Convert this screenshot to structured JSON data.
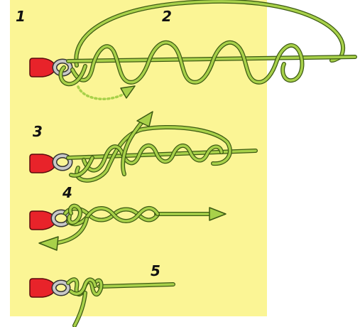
{
  "colors": {
    "panel_background": "#FBF595",
    "line_fill": "#A8D14A",
    "line_outline": "#3C5A12",
    "lure_body": "#E8232A",
    "lure_outline": "#5A0A0C",
    "eye_fill": "#C8C8C8",
    "eye_outline": "#333333",
    "step_label": "#111111"
  },
  "steps": [
    {
      "label": "1"
    },
    {
      "label": "2"
    },
    {
      "label": "3"
    },
    {
      "label": "4"
    },
    {
      "label": "5"
    }
  ],
  "icons": {
    "lure": "lure-head-icon",
    "eye": "hook-eye-icon",
    "direction": "arrowhead-icon"
  }
}
